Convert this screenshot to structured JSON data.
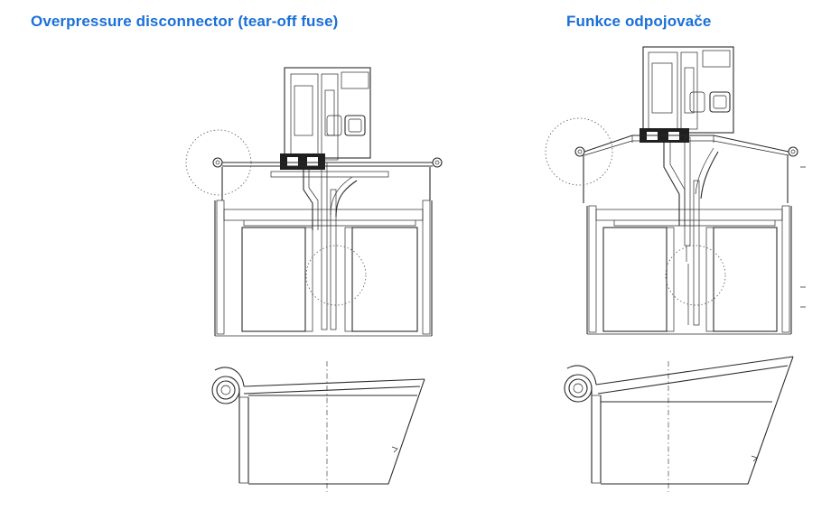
{
  "titles": {
    "left": "Overpressure disconnector (tear-off fuse)",
    "right": "Funkce odpojovače"
  },
  "colors": {
    "title": "#1a6fd8",
    "line": "#2a2a2a",
    "hatch": "#3a3a3a"
  },
  "panels": [
    {
      "name": "normal-state",
      "lid": "flat",
      "detail_lid": "flat"
    },
    {
      "name": "disconnected-state",
      "lid": "domed",
      "detail_lid": "raised"
    }
  ]
}
